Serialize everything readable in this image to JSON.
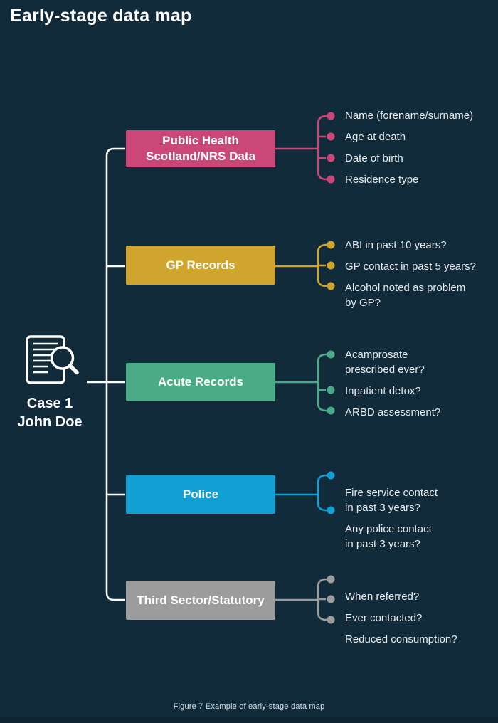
{
  "title": "Early-stage data map",
  "caption": "Figure 7 Example of early-stage data map",
  "case_node": {
    "icon": "document-search-icon",
    "label": "Case 1\nJohn Doe"
  },
  "colors": {
    "background": "#112b3b",
    "spine": "#ffffff",
    "public_health": "#cb4778",
    "gp_records": "#d0a52e",
    "acute_records": "#4cab87",
    "police": "#129fd4",
    "third_sector": "#9c9c9c",
    "item_text": "#e7ebec"
  },
  "branches": [
    {
      "label": "Public Health Scotland/NRS Data",
      "color": "#cb4778",
      "items": [
        "Name (forename/surname)",
        "Age at death",
        "Date of birth",
        "Residence type"
      ]
    },
    {
      "label": "GP Records",
      "color": "#d0a52e",
      "items": [
        "ABI in past 10 years?",
        "GP contact in past 5 years?",
        "Alcohol noted as problem\nby GP?"
      ]
    },
    {
      "label": "Acute Records",
      "color": "#4cab87",
      "items": [
        "Acamprosate\nprescribed ever?",
        "Inpatient detox?",
        "ARBD assessment?"
      ]
    },
    {
      "label": "Police",
      "color": "#129fd4",
      "items": [
        "Fire service contact\nin past 3 years?",
        "Any police contact\nin past 3 years?"
      ]
    },
    {
      "label": "Third Sector/Statutory",
      "color": "#9c9c9c",
      "items": [
        "When referred?",
        "Ever contacted?",
        "Reduced consumption?"
      ]
    }
  ]
}
